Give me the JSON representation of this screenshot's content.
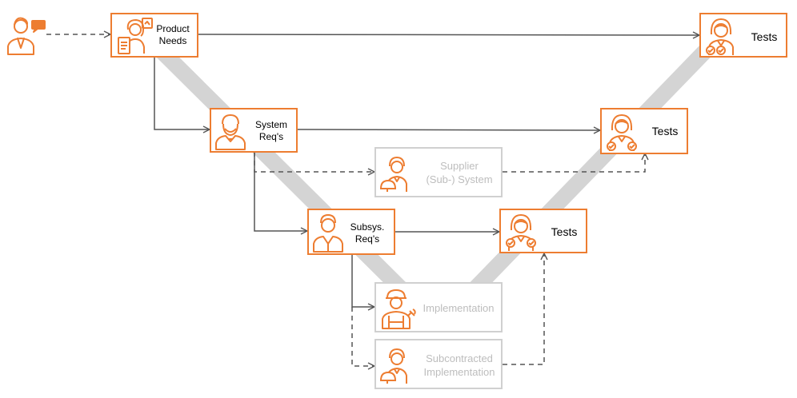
{
  "colors": {
    "accent": "#ed7d31",
    "inactive": "#c8c8c8",
    "v_band": "#d4d4d4",
    "arrow": "#555555"
  },
  "nodes": {
    "stakeholder": {
      "icon": "customer-chat-icon"
    },
    "product_needs": {
      "line1": "Product",
      "line2": "Needs",
      "icon": "customer-request-icon"
    },
    "system_reqs": {
      "line1": "System",
      "line2": "Req's",
      "icon": "engineer-icon"
    },
    "subsys_reqs": {
      "line1": "Subsys.",
      "line2": "Req's",
      "icon": "engineer-icon"
    },
    "supplier_system": {
      "line1": "Supplier",
      "line2": "(Sub-) System",
      "icon": "supplier-icon"
    },
    "implementation": {
      "line1": "Implementation",
      "icon": "worker-wrench-icon"
    },
    "subcontracted_impl": {
      "line1": "Subcontracted",
      "line2": "Implementation",
      "icon": "supplier-icon"
    },
    "tests_top": {
      "label": "Tests",
      "icon": "tester-icon"
    },
    "tests_mid": {
      "label": "Tests",
      "icon": "tester-icon"
    },
    "tests_low": {
      "label": "Tests",
      "icon": "tester-icon"
    }
  }
}
